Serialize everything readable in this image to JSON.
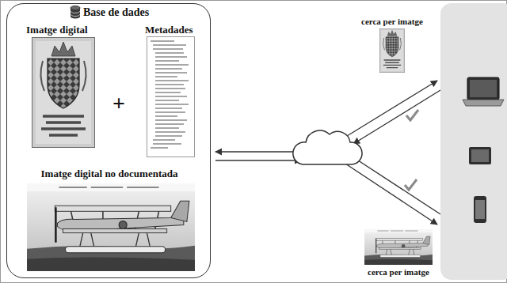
{
  "diagram": {
    "nodes": [
      {
        "text": [
          "Base de dades"
        ]
      },
      {
        "text": [
          "Imatge digital"
        ],
        "in": 0
      },
      {
        "text": [
          "Metadades"
        ],
        "in": 0
      },
      {
        "text": [
          "Imatge digital no documentada"
        ],
        "in": 0
      }
    ],
    "labels": [
      "+",
      "cerca per imatge",
      "cerca per imatge"
    ]
  }
}
